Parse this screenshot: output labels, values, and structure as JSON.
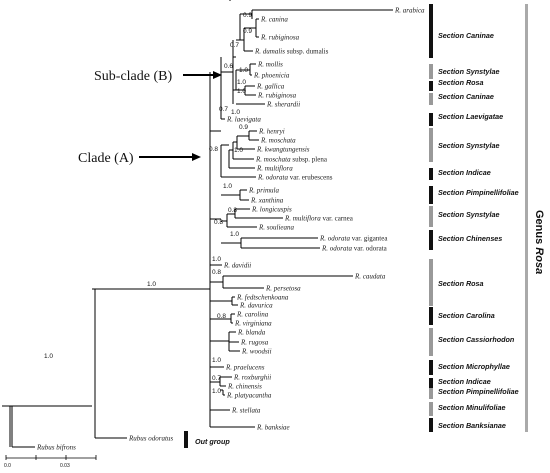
{
  "annotations": {
    "subclade": "Sub-clade (B)",
    "clade": "Clade (A)"
  },
  "genus_label": {
    "prefix": "Genus ",
    "name": "Rosa"
  },
  "scale_bar": {
    "left": "0.0",
    "right": "0.03"
  },
  "outgroup_label": "Out group",
  "taxa": [
    {
      "id": "arabica",
      "text": "R. arabica"
    },
    {
      "id": "canina",
      "text": "R. canina"
    },
    {
      "id": "rubiginosa1",
      "text": "R. rubiginosa"
    },
    {
      "id": "dumalis",
      "text": "R. dumalis",
      "suffix": " subsp. dumalis"
    },
    {
      "id": "mollis",
      "text": "R. mollis"
    },
    {
      "id": "phoenicia",
      "text": "R. phoenicia"
    },
    {
      "id": "gallica",
      "text": "R. gallica"
    },
    {
      "id": "rubiginosa2",
      "text": "R. rubiginosa"
    },
    {
      "id": "sherardii",
      "text": "R. sherardii"
    },
    {
      "id": "laevigata",
      "text": "R. laevigata"
    },
    {
      "id": "henryi",
      "text": "R. henryi"
    },
    {
      "id": "moschata",
      "text": "R. moschata"
    },
    {
      "id": "kwangtungensis",
      "text": "R. kwangtungensis"
    },
    {
      "id": "moschata_plena",
      "text": "R. moschata",
      "suffix": " subsp. plena"
    },
    {
      "id": "multiflora",
      "text": "R. multiflora"
    },
    {
      "id": "odorata_eru",
      "text": "R. odorata",
      "suffix": " var. erubescens"
    },
    {
      "id": "primula",
      "text": "R. primula"
    },
    {
      "id": "xanthina",
      "text": "R. xanthina"
    },
    {
      "id": "longicuspis",
      "text": "R. longicuspis"
    },
    {
      "id": "multiflora_carnea",
      "text": "R. multiflora",
      "suffix": " var. carnea"
    },
    {
      "id": "soulieana",
      "text": "R. soulieana"
    },
    {
      "id": "odorata_gig",
      "text": "R. odorata",
      "suffix": " var. gigantea"
    },
    {
      "id": "odorata_odo",
      "text": "R. odorata",
      "suffix": " var. odorata"
    },
    {
      "id": "davidii",
      "text": "R. davidii"
    },
    {
      "id": "caudata",
      "text": "R. caudata"
    },
    {
      "id": "persetosa",
      "text": "R. persetosa"
    },
    {
      "id": "fedtschenkoana",
      "text": "R. fedtschenkoana"
    },
    {
      "id": "davurica",
      "text": "R. davurica"
    },
    {
      "id": "carolina",
      "text": "R. carolina"
    },
    {
      "id": "virginiana",
      "text": "R. virginiana"
    },
    {
      "id": "blanda",
      "text": "R. blanda"
    },
    {
      "id": "rugosa",
      "text": "R. rugosa"
    },
    {
      "id": "woodsii",
      "text": "R. woodsii"
    },
    {
      "id": "praelucens",
      "text": "R. praelucens"
    },
    {
      "id": "roxburghii",
      "text": "R. roxburghii"
    },
    {
      "id": "chinensis",
      "text": "R. chinensis"
    },
    {
      "id": "platyacantha",
      "text": "R. platyacantha"
    },
    {
      "id": "stellata",
      "text": "R. stellata"
    },
    {
      "id": "banksiae",
      "text": "R. banksiae"
    },
    {
      "id": "rubus_odoratus",
      "text": "Rubus odoratus"
    },
    {
      "id": "rubus_bifrons",
      "text": "Rubus bifrons"
    }
  ],
  "support_values": [
    {
      "id": "s_canina",
      "text": "0.9"
    },
    {
      "id": "s_rubig",
      "text": "0.9"
    },
    {
      "id": "s_dumalis",
      "text": "0.7"
    },
    {
      "id": "s_mollis",
      "text": "0.6"
    },
    {
      "id": "s_sub1",
      "text": "1.0"
    },
    {
      "id": "s_gallica",
      "text": "1.0"
    },
    {
      "id": "s_rubig2",
      "text": "1.0"
    },
    {
      "id": "s_laev",
      "text": "0.7"
    },
    {
      "id": "s_synst",
      "text": "1.0"
    },
    {
      "id": "s_henryi",
      "text": "0.9"
    },
    {
      "id": "s_kwang",
      "text": "1.0"
    },
    {
      "id": "s_cladeA",
      "text": "0.8"
    },
    {
      "id": "s_primula",
      "text": "1.0"
    },
    {
      "id": "s_longi",
      "text": "0.8"
    },
    {
      "id": "s_soul",
      "text": "0.8"
    },
    {
      "id": "s_chin",
      "text": "1.0"
    },
    {
      "id": "s_davidii",
      "text": "1.0"
    },
    {
      "id": "s_persetosa",
      "text": "0.8"
    },
    {
      "id": "s_carolina",
      "text": "0.8"
    },
    {
      "id": "s_praelucens",
      "text": "1.0"
    },
    {
      "id": "s_roxb",
      "text": "0.7"
    },
    {
      "id": "s_platy",
      "text": "1.0"
    },
    {
      "id": "s_rosa",
      "text": "1.0"
    },
    {
      "id": "s_root",
      "text": "1.0"
    }
  ],
  "sections": [
    {
      "id": "caninae1",
      "text": "Section Caninae",
      "color": "#111111"
    },
    {
      "id": "synstylae1",
      "text": "Section Synstylae",
      "color": "#999999"
    },
    {
      "id": "rosa1",
      "text": "Section Rosa",
      "color": "#111111"
    },
    {
      "id": "caninae2",
      "text": "Section Caninae",
      "color": "#999999"
    },
    {
      "id": "laevigatae",
      "text": "Section Laevigatae",
      "color": "#111111"
    },
    {
      "id": "synstylae2",
      "text": "Section Synstylae",
      "color": "#999999"
    },
    {
      "id": "indicae1",
      "text": "Section Indicae",
      "color": "#111111"
    },
    {
      "id": "pimpinell1",
      "text": "Section Pimpinellifoliae",
      "color": "#111111"
    },
    {
      "id": "synstylae3",
      "text": "Section Synstylae",
      "color": "#999999"
    },
    {
      "id": "chinenses",
      "text": "Section Chinenses",
      "color": "#111111"
    },
    {
      "id": "rosa2",
      "text": "Section Rosa",
      "color": "#999999"
    },
    {
      "id": "carolina",
      "text": "Section Carolina",
      "color": "#111111"
    },
    {
      "id": "cassiorhodon",
      "text": "Section Cassiorhodon",
      "color": "#999999"
    },
    {
      "id": "microphyllae",
      "text": "Section Microphyllae",
      "color": "#111111"
    },
    {
      "id": "indicae2",
      "text": "Section Indicae",
      "color": "#111111"
    },
    {
      "id": "pimpinell2",
      "text": "Section Pimpinellifoliae",
      "color": "#999999"
    },
    {
      "id": "minulifoliae",
      "text": "Section Minulifoliae",
      "color": "#999999"
    },
    {
      "id": "banksianae",
      "text": "Section Banksianae",
      "color": "#111111"
    }
  ]
}
